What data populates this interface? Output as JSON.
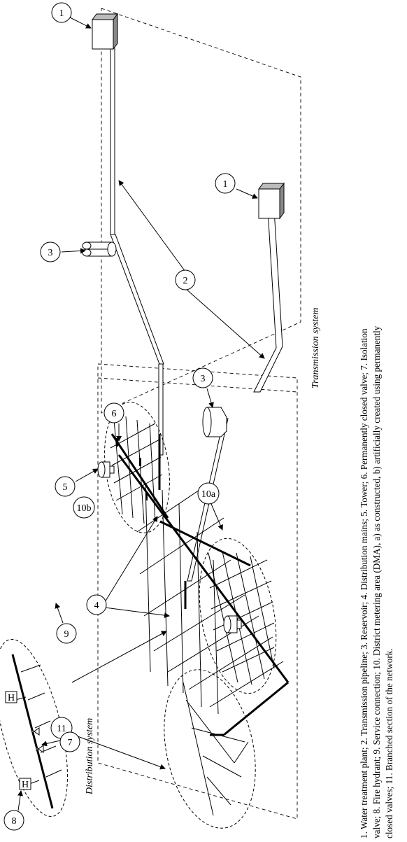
{
  "labels": {
    "transmission_system": "Transmission system",
    "distribution_system": "Distribution system",
    "callout_1a": "1",
    "callout_1b": "1",
    "callout_2": "2",
    "callout_3a": "3",
    "callout_3b": "3",
    "callout_4": "4",
    "callout_5": "5",
    "callout_6": "6",
    "callout_7": "7",
    "callout_8": "8",
    "callout_9": "9",
    "callout_10a": "10a",
    "callout_10b": "10b",
    "callout_11": "11",
    "hydrant_symbol_1": "H",
    "hydrant_symbol_2": "H"
  },
  "caption": {
    "line1": "1. Water treatment plant; 2. Transmission pipeline; 3. Reservoir; 4. Distribution mains; 5. Tower; 6. Permanently closed valve; 7. Isolation",
    "line2": "valve; 8. Fire hydrant; 9. Service connection; 10. District metering area (DMA), a) as constructed, b) artificially created using permanently",
    "line3": "closed valves; 11. Branched section of the network."
  }
}
